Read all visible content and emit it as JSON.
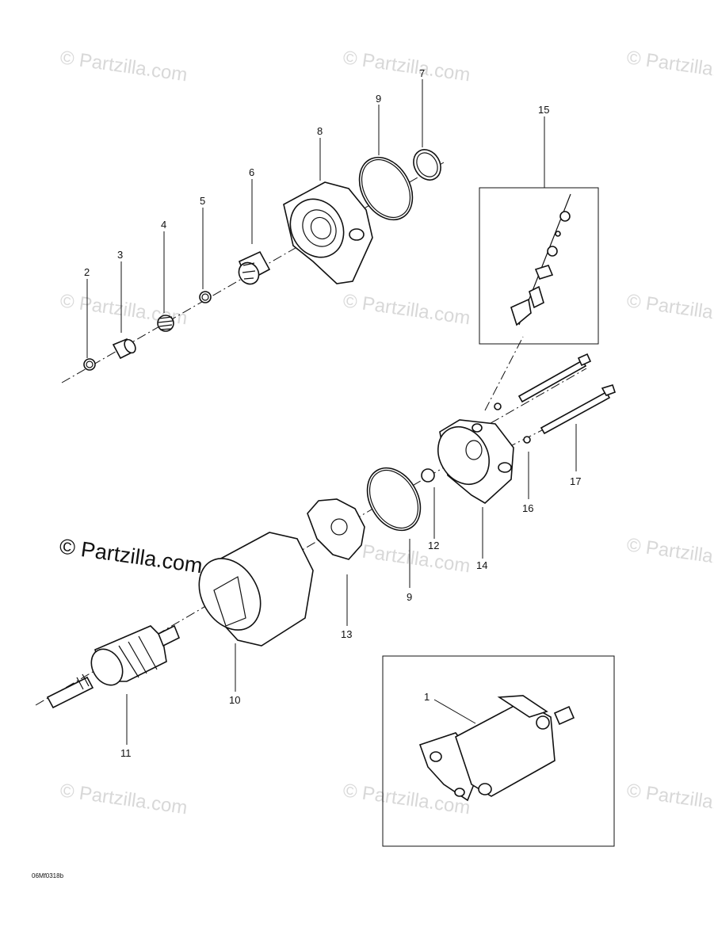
{
  "watermark": {
    "text": "© Partzilla.com",
    "main_text": "© Partzilla.com"
  },
  "drawing_code": "06Mf0318b",
  "callouts": [
    {
      "id": "c1",
      "label": "1"
    },
    {
      "id": "c2",
      "label": "2"
    },
    {
      "id": "c3",
      "label": "3"
    },
    {
      "id": "c4",
      "label": "4"
    },
    {
      "id": "c5",
      "label": "5"
    },
    {
      "id": "c6",
      "label": "6"
    },
    {
      "id": "c7",
      "label": "7"
    },
    {
      "id": "c8",
      "label": "8"
    },
    {
      "id": "c9a",
      "label": "9"
    },
    {
      "id": "c9b",
      "label": "9"
    },
    {
      "id": "c10",
      "label": "10"
    },
    {
      "id": "c11",
      "label": "11"
    },
    {
      "id": "c12",
      "label": "12"
    },
    {
      "id": "c13",
      "label": "13"
    },
    {
      "id": "c14",
      "label": "14"
    },
    {
      "id": "c15",
      "label": "15"
    },
    {
      "id": "c16",
      "label": "16"
    },
    {
      "id": "c17",
      "label": "17"
    }
  ],
  "colors": {
    "ink": "#111111",
    "watermark": "#d8d8d8",
    "background": "#ffffff"
  }
}
